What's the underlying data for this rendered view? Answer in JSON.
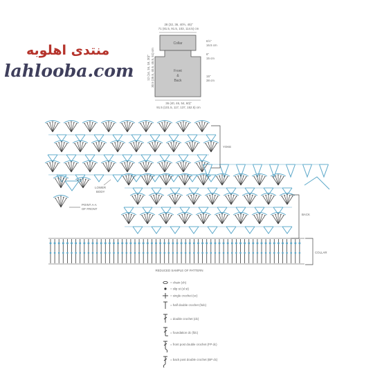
{
  "watermark": {
    "arabic": "منتدى اهلوبه",
    "latin": "lahlooba.com"
  },
  "schematic": {
    "top_measure_line1": "28 (32, 36, 40½, 45)\"",
    "top_measure_line2": "71 (81.5, 91.5, 103, 114.5) cm",
    "left_measure_line1": "12 (14, 16, 18, 20)\"",
    "left_measure_line2": "30.5 (35.5, 40.5, 45.5, 51) cm",
    "collar_label": "Collar",
    "body_label_1": "Front",
    "body_label_2": "&",
    "body_label_3": "Back",
    "right_m1_a": "6½\"",
    "right_m1_b": "16.5 cm",
    "right_m2_a": "6\"",
    "right_m2_b": "15 cm",
    "right_m3_a": "15\"",
    "right_m3_b": "38 cm",
    "bottom_measure_line1": "36 (40, 46, 54, 60)\"",
    "bottom_measure_line2": "91.5 (101.5, 117, 137, 152.5) cm"
  },
  "diagram": {
    "label_yoke": "YOKE",
    "label_lower_body_1": "LOWER",
    "label_lower_body_2": "BODY",
    "label_point_1": "POINT A-A",
    "label_point_2": "OF FRONT",
    "label_back": "BACK",
    "label_collar": "COLLAR",
    "caption": "REDUCED SAMPLE OF PATTERN"
  },
  "legend": [
    {
      "icon": "chain-icon",
      "text": "= chain (ch)"
    },
    {
      "icon": "slip-stitch-icon",
      "text": "= slip st (sl st)"
    },
    {
      "icon": "single-crochet-icon",
      "text": "= single crochet (sc)"
    },
    {
      "icon": "half-double-crochet-icon",
      "text": "= half double crochet (hdc)"
    },
    {
      "icon": "double-crochet-icon",
      "text": "= double crochet (dc)"
    },
    {
      "icon": "foundation-dc-icon",
      "text": "= foundation dc (fdc)"
    },
    {
      "icon": "front-post-dc-icon",
      "text": "= front post double crochet (FP dc)"
    },
    {
      "icon": "back-post-dc-icon",
      "text": "= back post double crochet (BP dc)"
    }
  ],
  "colors": {
    "chart_blue": "#5aa7c9",
    "chart_dark": "#3a3a3a",
    "schematic_fill": "#c9c9c9",
    "watermark_red": "#b5332b",
    "watermark_navy": "#3f3f5c"
  }
}
